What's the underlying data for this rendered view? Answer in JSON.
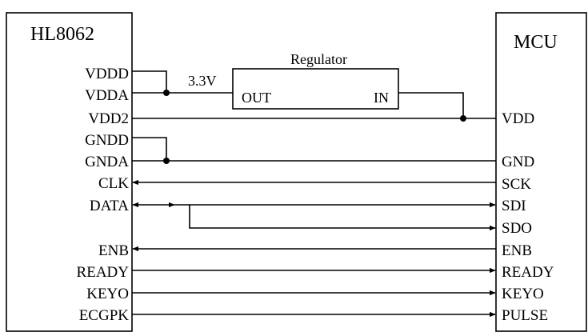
{
  "hl8062": {
    "title": "HL8062",
    "pins": [
      "VDDD",
      "VDDA",
      "VDD2",
      "GNDD",
      "GNDA",
      "CLK",
      "DATA",
      "ENB",
      "READY",
      "KEYO",
      "ECGPK"
    ]
  },
  "mcu": {
    "title": "MCU",
    "pins": [
      "VDD",
      "GND",
      "SCK",
      "SDI",
      "SDO",
      "ENB",
      "READY",
      "KEYO",
      "PULSE"
    ]
  },
  "regulator": {
    "title": "Regulator",
    "out_label": "OUT",
    "in_label": "IN",
    "voltage_label": "3.3V"
  },
  "colors": {
    "line": "#000000",
    "background": "#ffffff"
  }
}
